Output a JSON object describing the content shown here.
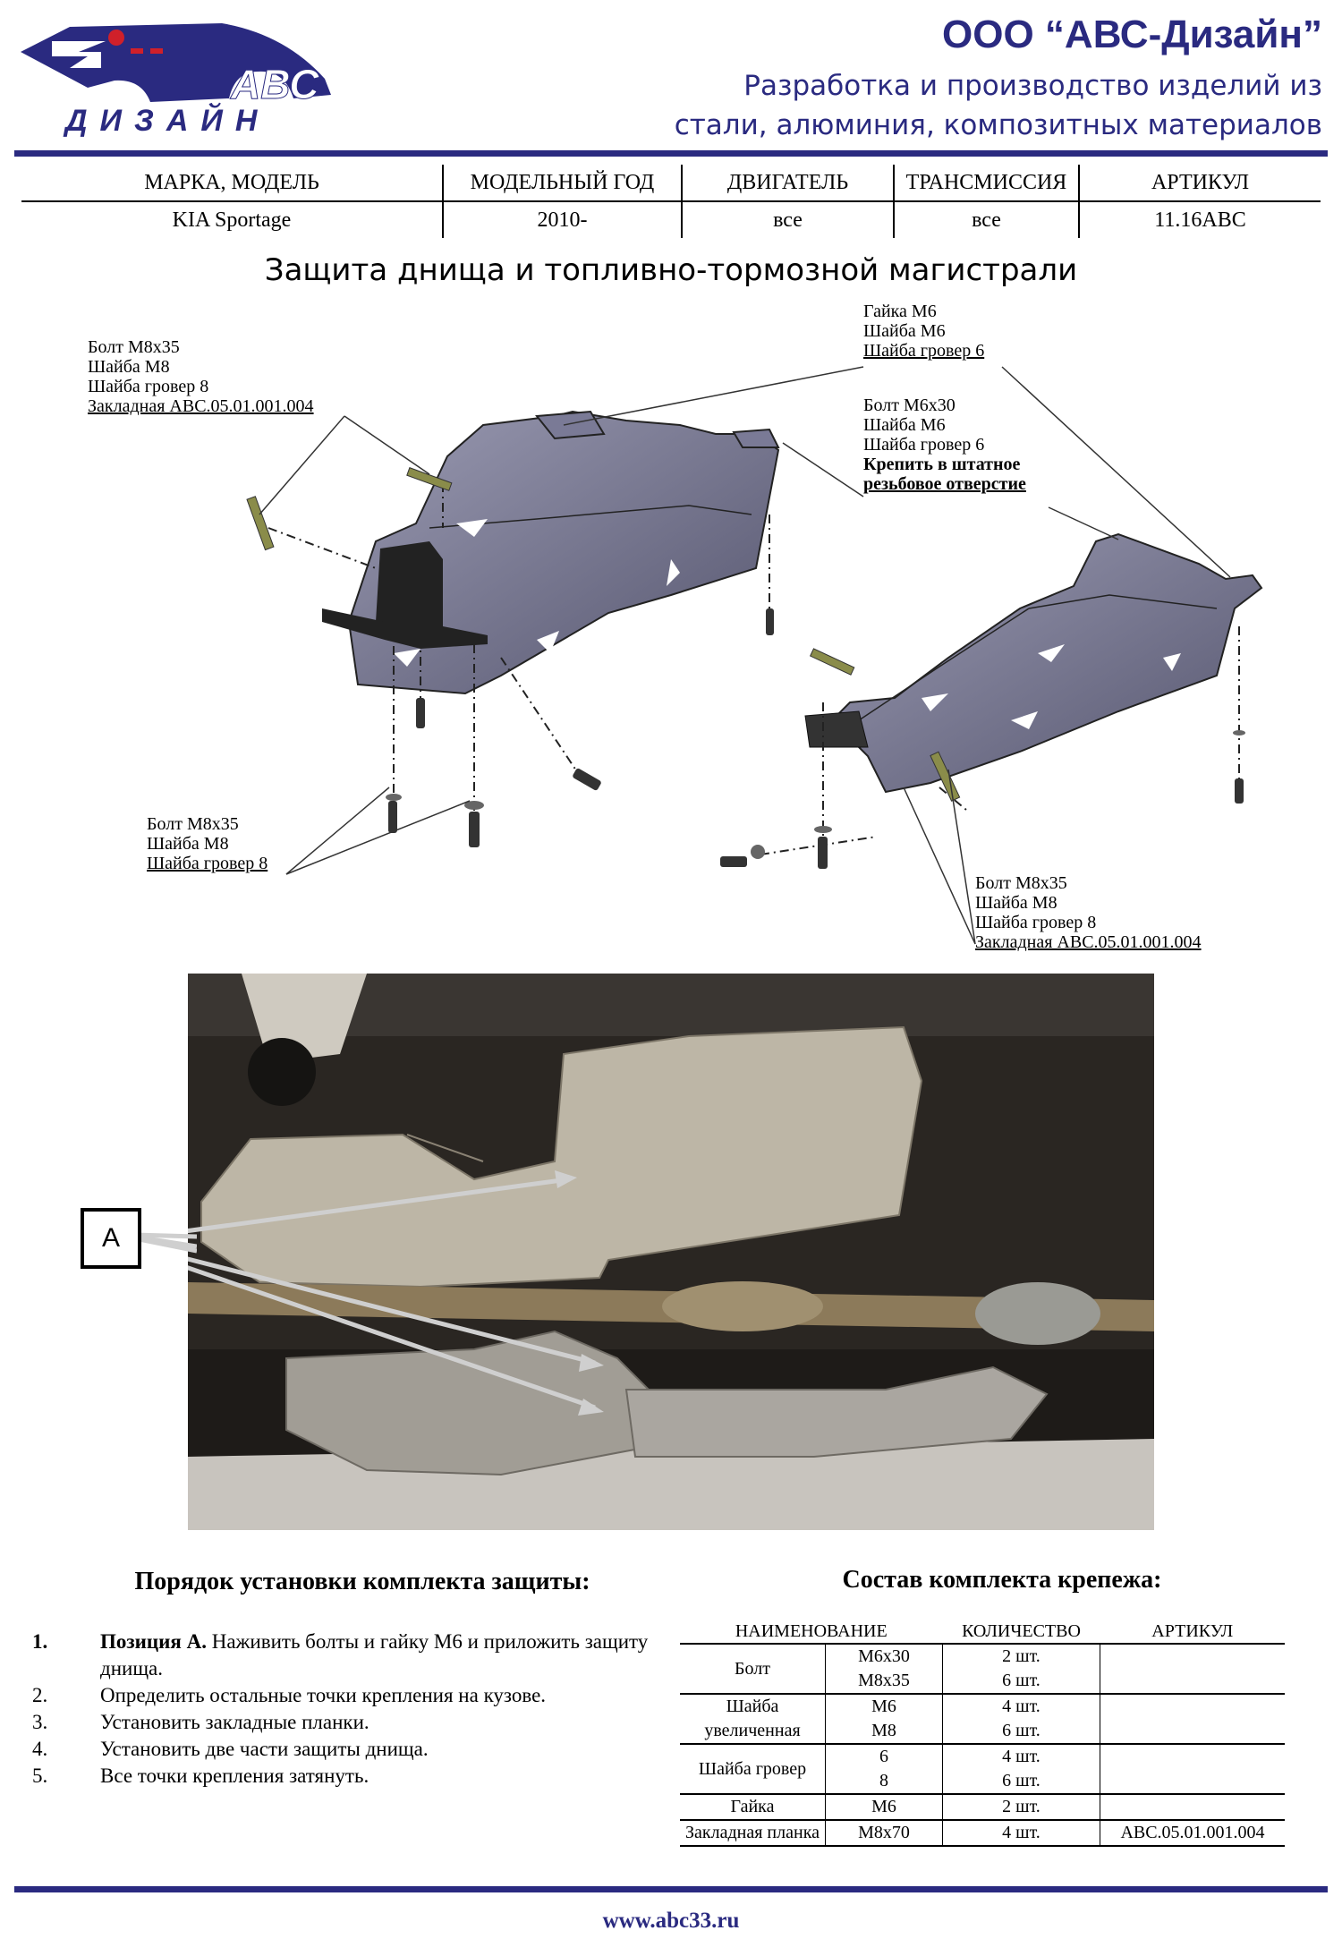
{
  "header": {
    "logo_text": "АВС",
    "logo_subtext": "ДИЗАЙН",
    "company": "ООО “АВС-Дизайн”",
    "tagline_1": "Разработка и производство изделий из",
    "tagline_2": "стали, алюминия, композитных материалов"
  },
  "vehicle": {
    "headers": [
      "МАРКА, МОДЕЛЬ",
      "МОДЕЛЬНЫЙ ГОД",
      "ДВИГАТЕЛЬ",
      "ТРАНСМИССИЯ",
      "АРТИКУЛ"
    ],
    "values": [
      "KIA Sportage",
      "2010-",
      "все",
      "все",
      "11.16АВС"
    ]
  },
  "title": "Защита днища и топливно-тормозной магистрали",
  "callouts": {
    "top_left": [
      "Болт М8х35",
      "Шайба М8",
      "Шайба гровер 8",
      "Закладная АВС.05.01.001.004"
    ],
    "top_center": [
      "Гайка М6",
      "Шайба М6",
      "Шайба гровер 6"
    ],
    "center_right": [
      "Болт М6х30",
      "Шайба М6",
      "Шайба гровер 6",
      "Крепить в штатное",
      "резьбовое отверстие"
    ],
    "bottom_left": [
      "Болт М8х35",
      "Шайба М8",
      "Шайба гровер 8"
    ],
    "bottom_right": [
      "Болт М8х35",
      "Шайба М8",
      "Шайба гровер 8",
      "Закладная АВС.05.01.001.004"
    ]
  },
  "photo_label": "А",
  "instructions": {
    "title": "Порядок установки комплекта защиты:",
    "steps": [
      {
        "num": "1.",
        "bold": "Позиция А.",
        "text": " Наживить болты и гайку М6 и приложить защиту днища."
      },
      {
        "num": "2.",
        "bold": "",
        "text": "Определить остальные точки крепления на кузове."
      },
      {
        "num": "3.",
        "bold": "",
        "text": "Установить закладные планки."
      },
      {
        "num": "4.",
        "bold": "",
        "text": "Установить две части защиты днища."
      },
      {
        "num": "5.",
        "bold": "",
        "text": "Все точки крепления затянуть."
      }
    ]
  },
  "kit": {
    "title": "Состав комплекта крепежа:",
    "headers": [
      "НАИМЕНОВАНИЕ",
      "КОЛИЧЕСТВО",
      "АРТИКУЛ"
    ],
    "rows": [
      {
        "name": "Болт",
        "sizes": [
          "М6х30",
          "М8х35"
        ],
        "qty": [
          "2 шт.",
          "6 шт."
        ],
        "art": ""
      },
      {
        "name": "Шайба увеличенная",
        "sizes": [
          "М6",
          "М8"
        ],
        "qty": [
          "4 шт.",
          "6 шт."
        ],
        "art": ""
      },
      {
        "name": "Шайба гровер",
        "sizes": [
          "6",
          "8"
        ],
        "qty": [
          "4 шт.",
          "6 шт."
        ],
        "art": ""
      },
      {
        "name": "Гайка",
        "sizes": [
          "М6"
        ],
        "qty": [
          "2 шт."
        ],
        "art": ""
      },
      {
        "name": "Закладная планка",
        "sizes": [
          "М8х70"
        ],
        "qty": [
          "4 шт."
        ],
        "art": "АВС.05.01.001.004"
      }
    ]
  },
  "footer": {
    "url": "www.abc33.ru"
  },
  "colors": {
    "brand": "#2a2a80",
    "plate": "#6b6b86"
  }
}
